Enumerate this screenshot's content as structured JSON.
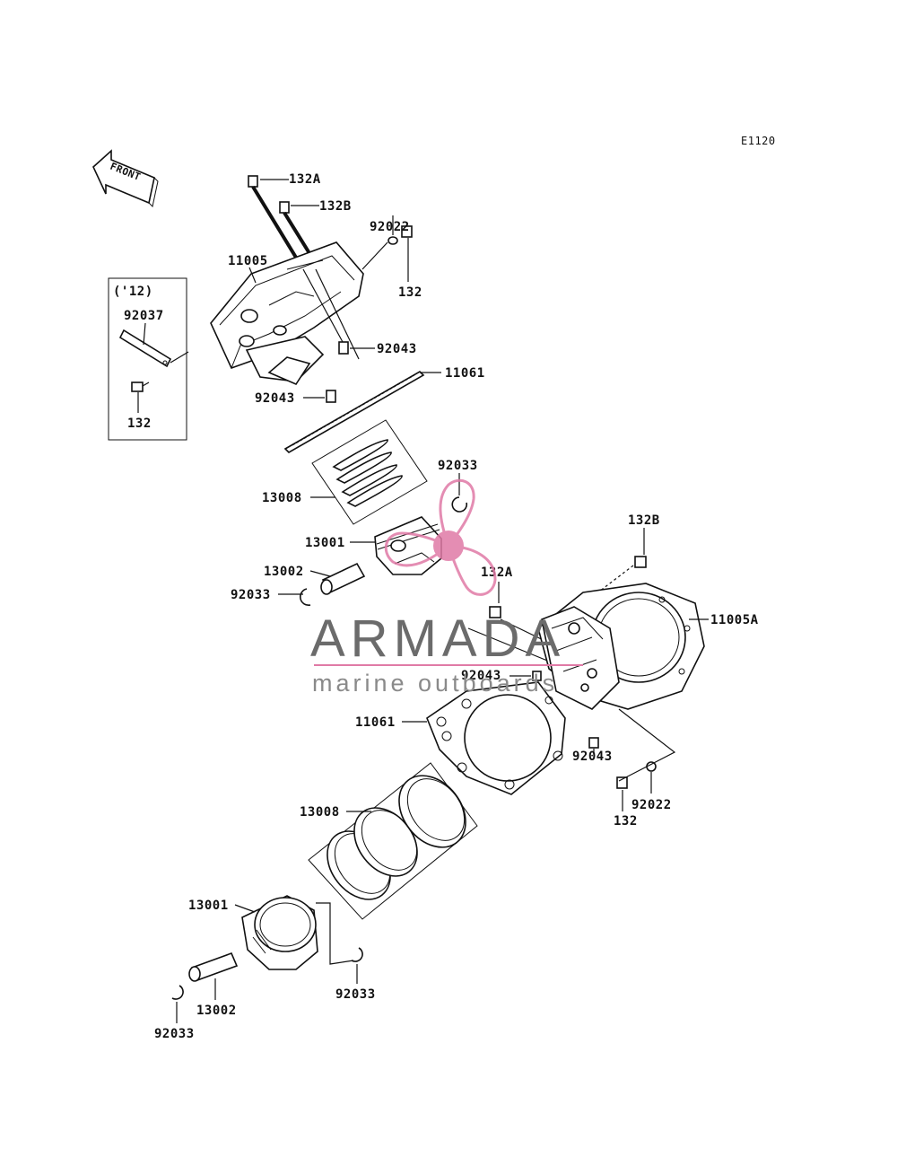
{
  "diagram_code": "E1120",
  "front_label": "FRONT",
  "year_box_label": "('12)",
  "watermark": {
    "brand": "ARMADA",
    "tagline": "marine outboards",
    "accent_color": "#e07aa6"
  },
  "callouts": {
    "c132A_top": "132A",
    "c132B_top": "132B",
    "c92022_top": "92022",
    "c132_top": "132",
    "c11005": "11005",
    "c92037": "92037",
    "c132_box": "132",
    "c92043_a": "92043",
    "c11061_top": "11061",
    "c92043_b": "92043",
    "c92033_top": "92033",
    "c13008_top": "13008",
    "c13001_top": "13001",
    "c13002_top": "13002",
    "c92033_left": "92033",
    "c132B_mid": "132B",
    "c132A_mid": "132A",
    "c11005A": "11005A",
    "c92043_c": "92043",
    "c11061_bot": "11061",
    "c92043_d": "92043",
    "c92022_bot": "92022",
    "c132_bot": "132",
    "c13008_bot": "13008",
    "c13001_bot": "13001",
    "c92033_bot_r": "92033",
    "c13002_bot": "13002",
    "c92033_bot_l": "92033"
  }
}
